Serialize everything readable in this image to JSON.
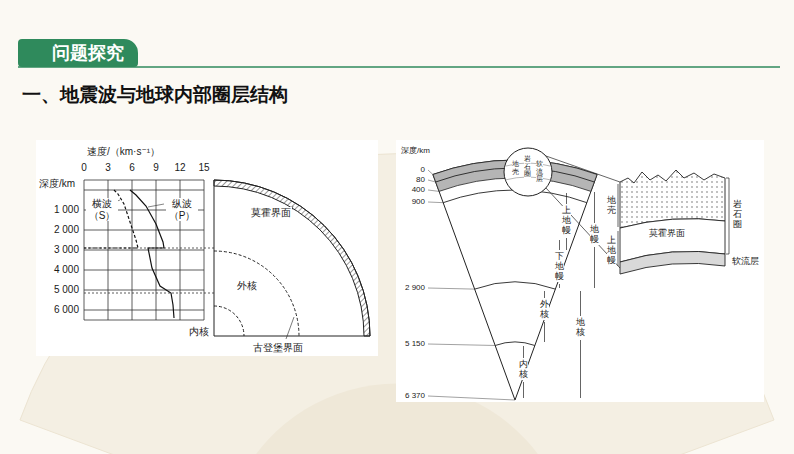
{
  "diagram": {
    "title": "一、地震波与地球内部圈层结构",
    "nodes": [
      {
        "text": [
          "问题探究"
        ]
      }
    ],
    "labels": [
      "速度/（km·s⁻¹）",
      "0",
      "3",
      "6",
      "9",
      "12",
      "15",
      "深度/km",
      "1 000",
      "2 000",
      "3 000",
      "4 000",
      "5 000",
      "6 000",
      "横波（S）",
      "纵波（P）",
      "莫霍界面",
      "外核",
      "内核",
      "古登堡界面",
      "深度/km",
      "0",
      "80",
      "400",
      "900",
      "2 900",
      "5 150",
      "6 370",
      "地壳",
      "岩石圈",
      "软流层",
      "上地幔",
      "下地幔",
      "地幔",
      "外核",
      "地核",
      "内核",
      "岩石圈",
      "地壳",
      "莫霍界面",
      "上地幔",
      "软流层"
    ]
  }
}
